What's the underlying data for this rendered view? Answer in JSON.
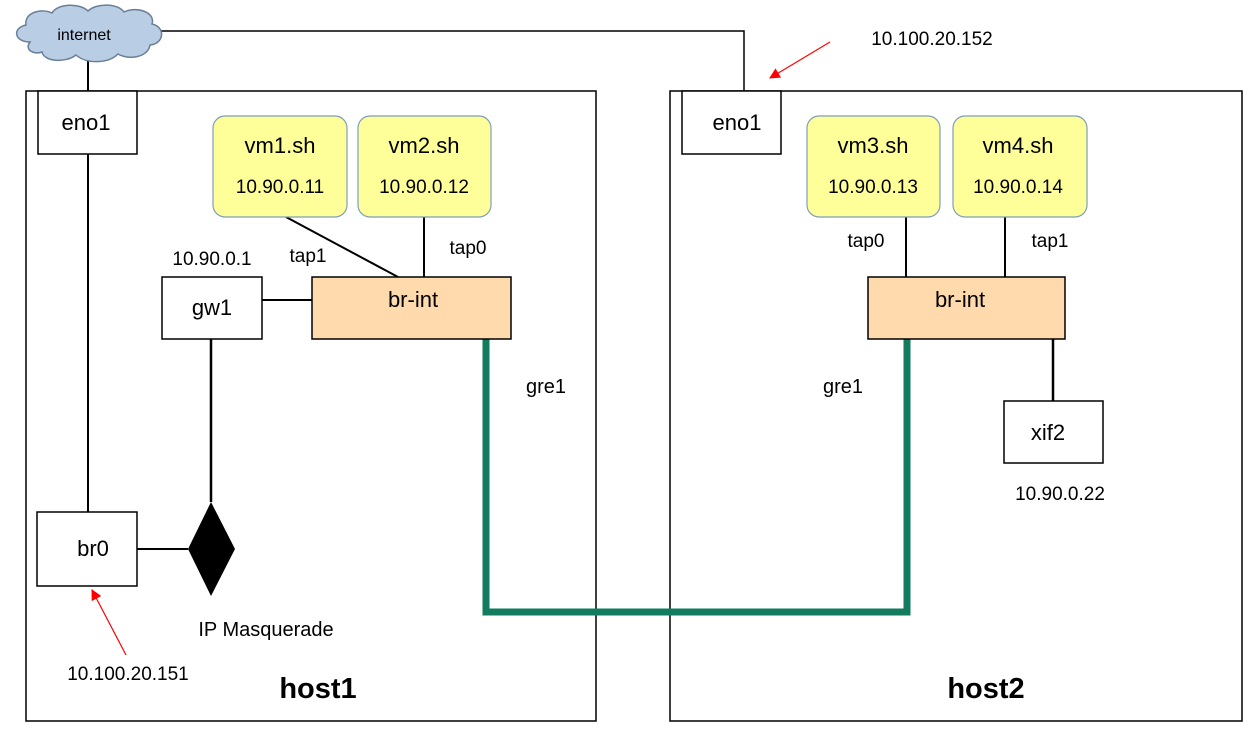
{
  "colors": {
    "cloud_fill": "#b9cde4",
    "cloud_stroke": "#6a7f98",
    "vm_fill": "#ffff99",
    "vm_stroke": "#7f9db9",
    "bridge_fill": "#ffdaac",
    "tunnel": "#137c5e",
    "annotation_arrow": "#ff0000",
    "line": "#000000"
  },
  "internet": {
    "label": "internet",
    "icon": "cloud-icon"
  },
  "host1": {
    "title": "host1",
    "eno1": "eno1",
    "br0": {
      "label": "br0",
      "address": "10.100.20.151"
    },
    "gw1": {
      "label": "gw1",
      "address": "10.90.0.1"
    },
    "masquerade": {
      "label": "IP Masquerade",
      "icon": "diamond-icon"
    },
    "bridge": "br-int",
    "vms": [
      {
        "name": "vm1.sh",
        "ip": "10.90.0.11",
        "tap": "tap1"
      },
      {
        "name": "vm2.sh",
        "ip": "10.90.0.12",
        "tap": "tap0"
      }
    ],
    "tunnel_label": "gre1"
  },
  "host2": {
    "title": "host2",
    "eno1": {
      "label": "eno1",
      "address": "10.100.20.152"
    },
    "bridge": "br-int",
    "vms": [
      {
        "name": "vm3.sh",
        "ip": "10.90.0.13",
        "tap": "tap0"
      },
      {
        "name": "vm4.sh",
        "ip": "10.90.0.14",
        "tap": "tap1"
      }
    ],
    "xif": {
      "label": "xif2",
      "address": "10.90.0.22"
    },
    "tunnel_label": "gre1"
  }
}
